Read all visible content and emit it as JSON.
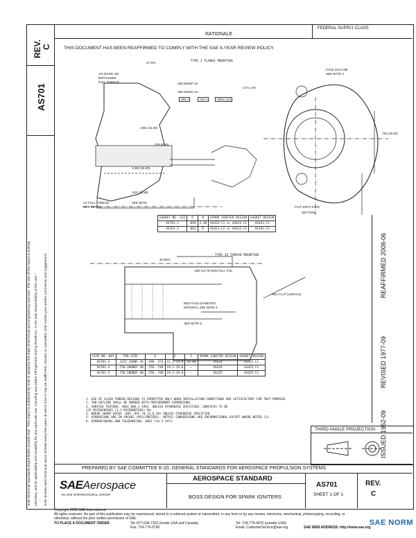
{
  "header": {
    "rev_label": "REV.",
    "rev_value": "C",
    "federal_supply_class": "FEDERAL SUPPLY CLASS",
    "doc_number": "AS701",
    "rationale": "RATIONALE",
    "reaffirm_statement": "THIS DOCUMENT HAS BEEN REAFFIRMED TO COMPLY WITH THE SAE 5-YEAR REVIEW POLICY."
  },
  "side_notice": [
    "SAE Technical Standards Board Rules provide that: \"This report is published by SAE to advance the state of technical and engineering sciences. The use of this report is entirely",
    "voluntary, and its applicability and suitability for any particular use, including any patent infringement arising therefrom, is the sole responsibility of the user.\"",
    "SAE reviews each technical report at least every five years at which time it may be reaffirmed, revised, or cancelled. SAE invites your written comments and suggestions."
  ],
  "right_margin": {
    "issued": "ISSUED 1952-09",
    "revised": "REVISED 1977-09",
    "reaffirmed": "REAFFIRMED 2008-06"
  },
  "drawing": {
    "type1_label": "TYPE I   FLANGE MOUNTING",
    "type2_label": "TYPE II   THREAD MOUNTING",
    "labels": [
      ".47 DIA",
      "1/4-20UNC-2B",
      "BOTH ENDS",
      "FULL THREAD",
      ".250-28UNF-3A",
      ".250-20UNC-3A",
      ".005 A",
      ".031 A",
      ".0005 (.01)",
      "(.57) ±.05",
      "1.350 (34.29)",
      "(.881 (22.38)",
      ".625 (15.88)",
      ".375 (9.53)",
      ".750 (19.05)",
      "FACE OUTLINE",
      "SEE NOTE 3",
      "FLAT SPOT FACE",
      "SEE NOTE",
      "AS FULL THREAD",
      "MAX ENTRY",
      "SECTION",
      ".500 (12.70) MIN FULL THD",
      "RED FACE DIAMETER",
      "MATERIAL SEE NOTE 4",
      "HEX FLAT SURFACE",
      "45 DEG",
      "SEE NOTE 5"
    ],
    "table1": {
      "headers": [
        "GASKET NO. SIZ",
        "A",
        "B",
        "SPARK IGNITER DESIGN",
        "GASKET DESIGN"
      ],
      "rows": [
        [
          "AS701-1",
          ".094",
          "2.38",
          "AS423-C1 or AS423-C1",
          "AS423-C1"
        ],
        [
          "AS701-2",
          ".063",
          "D",
          "AS421-C2 or AS422-C1",
          "AS103-C2"
        ]
      ]
    },
    "table2": {
      "headers": [
        "SIZE NO. KAY",
        "THD SIZE",
        "D",
        "E",
        "F",
        "SPARK IGNITER DESIGN",
        "GASKET DESIGN"
      ],
      "rows": [
        [
          "AS701-3",
          ".3125-18UNF-3A",
          ".598-.574",
          "15.2-14.6",
          "10.00",
          "AS424",
          "AS425-C1"
        ],
        [
          "AS701-4",
          ".750-20UNEF-3B",
          ".756-.748",
          "19.2-19.0",
          "—",
          "AS424",
          "AS425-C1"
        ],
        [
          "AS701-5",
          ".750-20UNEF-3B",
          ".756-.748",
          "19.2-19.0",
          "—",
          "AS425",
          "AS425-C1"
        ]
      ]
    }
  },
  "notes": [
    "1.  USE OF SLASH THREAD DESIGNS IS PERMITTED ONLY WHEN INSTALLATION CONDITIONS ARE SATISFACTORY FOR THAT PURPOSE.",
    "2.  THD OUTLINE SHALL BE MARKED WITH PROCUREMENT DIMENSIONS.",
    "3.  SURFACE TEXTURE:  ANSI B46.1-1962.  UNLESS OTHERWISE SPECIFIED, SURFACES TO BE",
    "    125 MICROINCHES (3.2 MICROMETERS) RA.",
    "4.  BREAK SHARP EDGES .005-.015 (0.13-0.38) UNLESS OTHERWISE SPECIFIED.",
    "5.  DIMENSIONS ARE IN INCHES (MILLIMETERS). METRIC CONVERSIONS ARE INFORMATIONAL EXCEPT WHERE NOTED (1).",
    "6.  DIMENSIONING AND TOLERANCING:  ANSI Y14.5-1973."
  ],
  "projection": "THIRD ANGLE PROJECTION",
  "prepared_by": "PREPARED BY SAE COMMITTEE E-20, GENERAL STANDARDS FOR AEROSPACE PROPULSION SYSTEMS",
  "title_block": {
    "logo_main": "SAE",
    "logo_sub": "Aerospace",
    "logo_tagline": "AN SAE INTERNATIONAL GROUP",
    "standard_type": "AEROSPACE STANDARD",
    "title": "BOSS DESIGN FOR SPARK IGNITERS",
    "doc_number": "AS701",
    "sheet": "SHEET 1 OF 1",
    "rev_label": "REV.",
    "rev_value": "C"
  },
  "footer": {
    "copyright": "Copyright 2008 SAE International",
    "rights": "All rights reserved. No part of this publication may be reproduced, stored in a retrieval system or transmitted, in any form or by any means, electronic, mechanical, photocopying, recording, or otherwise, without the prior written permission of SAE.",
    "order_label": "TO PLACE A DOCUMENT ORDER:",
    "tel": "Tel:  877-606-7323 (inside USA and Canada)",
    "tel_outside": "Tel:  724-776-4970 (outside USA)",
    "fax": "Fax:  724-776-0790",
    "email": "Email:  CustomerService@sae.org",
    "web": "SAE WEB ADDRESS: http://www.sae.org"
  },
  "watermark": "SAE NORM"
}
